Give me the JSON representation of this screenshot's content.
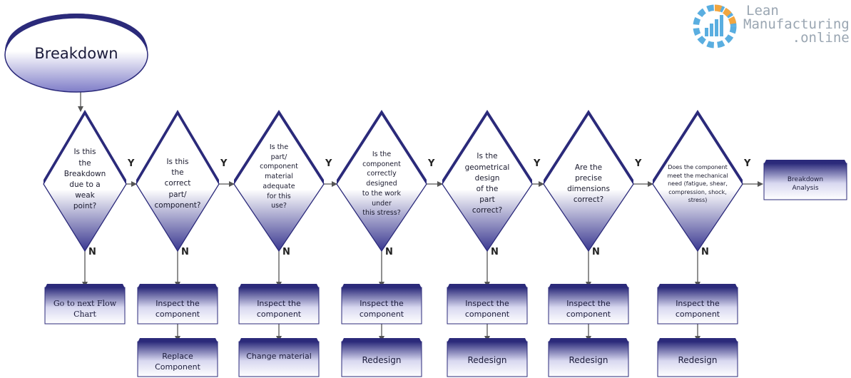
{
  "logo": {
    "line1": "Lean",
    "line2": "Manufacturing",
    "line3": ".online"
  },
  "start": {
    "label": "Breakdown"
  },
  "yes_label": "Y",
  "no_label": "N",
  "decisions": [
    {
      "lines": [
        "Is this",
        "the",
        "Breakdown",
        "due to a",
        "weak",
        "point?"
      ]
    },
    {
      "lines": [
        "Is this",
        "the",
        "correct",
        "part/",
        "component?"
      ]
    },
    {
      "lines": [
        "Is the",
        "part/",
        "component",
        "material",
        "adequate",
        "for this",
        "use?"
      ]
    },
    {
      "lines": [
        "Is the",
        "component",
        "correctly",
        "designed",
        "to the work",
        "under",
        "this stress?"
      ]
    },
    {
      "lines": [
        "Is the",
        "geometrical",
        "design",
        "of the",
        "part",
        "correct?"
      ]
    },
    {
      "lines": [
        "Are the",
        "precise",
        "dimensions",
        "correct?"
      ]
    },
    {
      "lines": [
        "Does the component",
        "meet the mechanical",
        "need (fatigue, shear,",
        "compression, shock,",
        "stress)"
      ]
    }
  ],
  "first_boxes": [
    {
      "label": "Go to next Flow Chart"
    },
    {
      "label": "Inspect the component"
    },
    {
      "label": "Inspect the component"
    },
    {
      "label": "Inspect the component"
    },
    {
      "label": "Inspect the component"
    },
    {
      "label": "Inspect the component"
    },
    {
      "label": "Inspect the component"
    }
  ],
  "second_boxes": [
    {
      "label": ""
    },
    {
      "label": "Replace Component"
    },
    {
      "label": "Change material"
    },
    {
      "label": "Redesign"
    },
    {
      "label": "Redesign"
    },
    {
      "label": "Redesign"
    },
    {
      "label": "Redesign"
    }
  ],
  "end_box": {
    "label": "Breakdown Analysis"
  },
  "colors": {
    "navy": "#2b2a7a",
    "navy_light": "#5a58b0",
    "fill_light": "#ffffff",
    "arrow": "#555555",
    "logo_blue": "#5aaee0",
    "logo_orange": "#f2a640",
    "logo_gray": "#9aa6b2"
  }
}
